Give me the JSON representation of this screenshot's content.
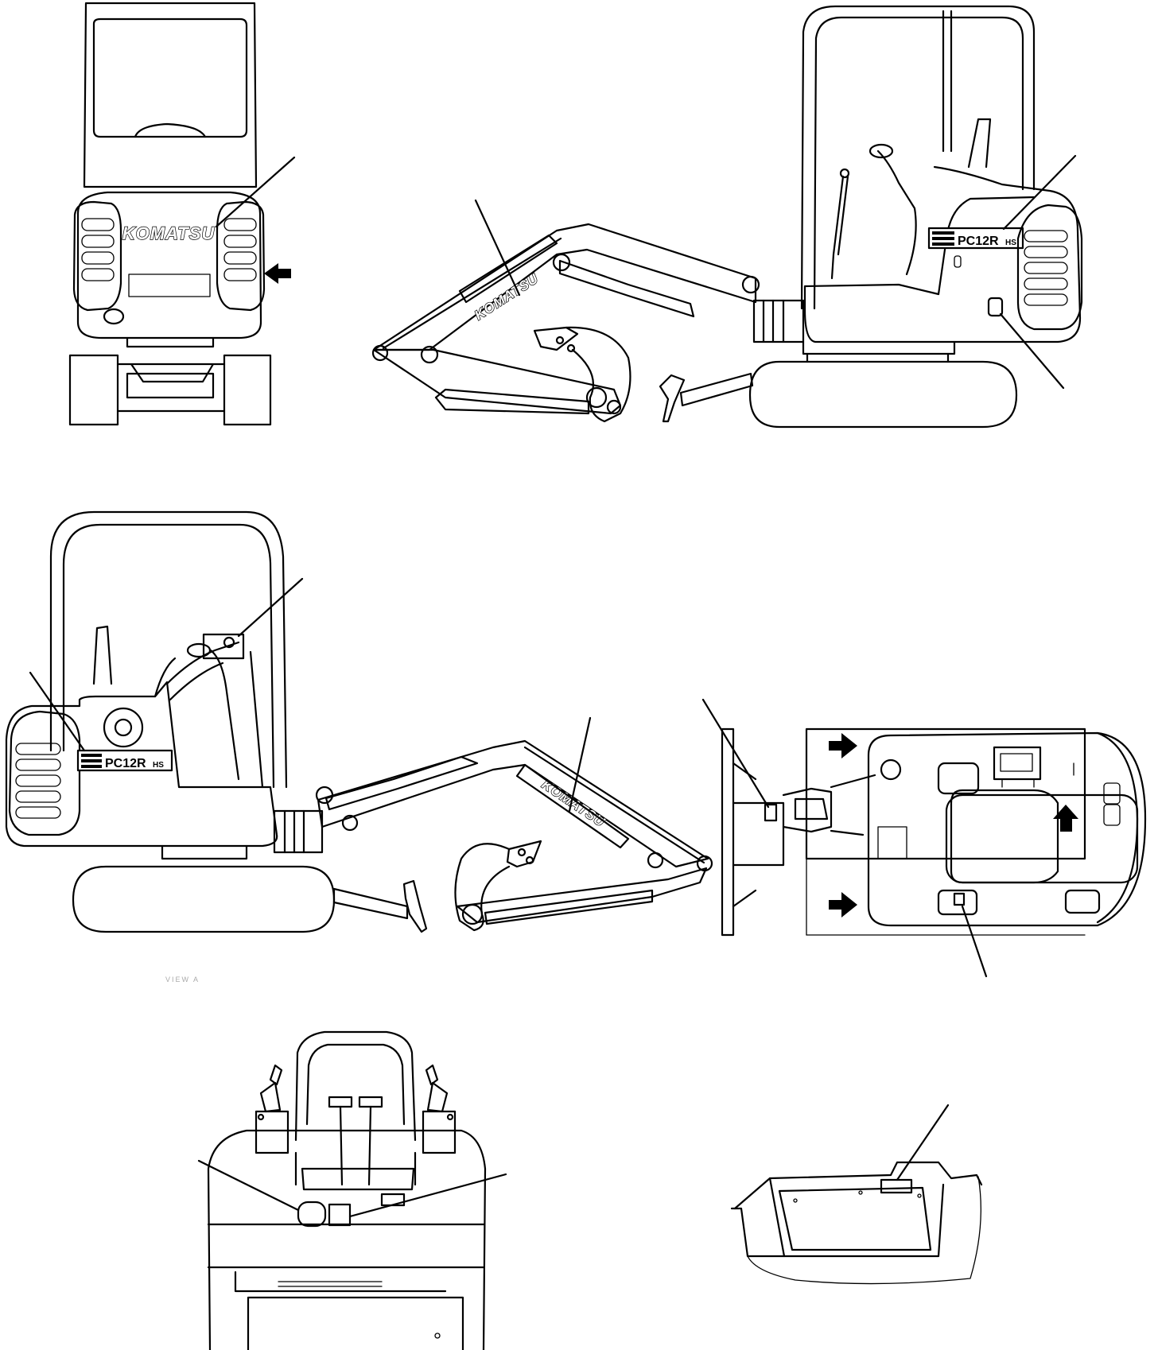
{
  "brand_decal": "KOMATSU",
  "model_decal": "PC12R",
  "model_suffix": "HS",
  "caption_fragment": "VIEW  A",
  "colors": {
    "line": "#000000",
    "background": "#ffffff"
  },
  "icons": [
    "direction-arrow-icon"
  ]
}
